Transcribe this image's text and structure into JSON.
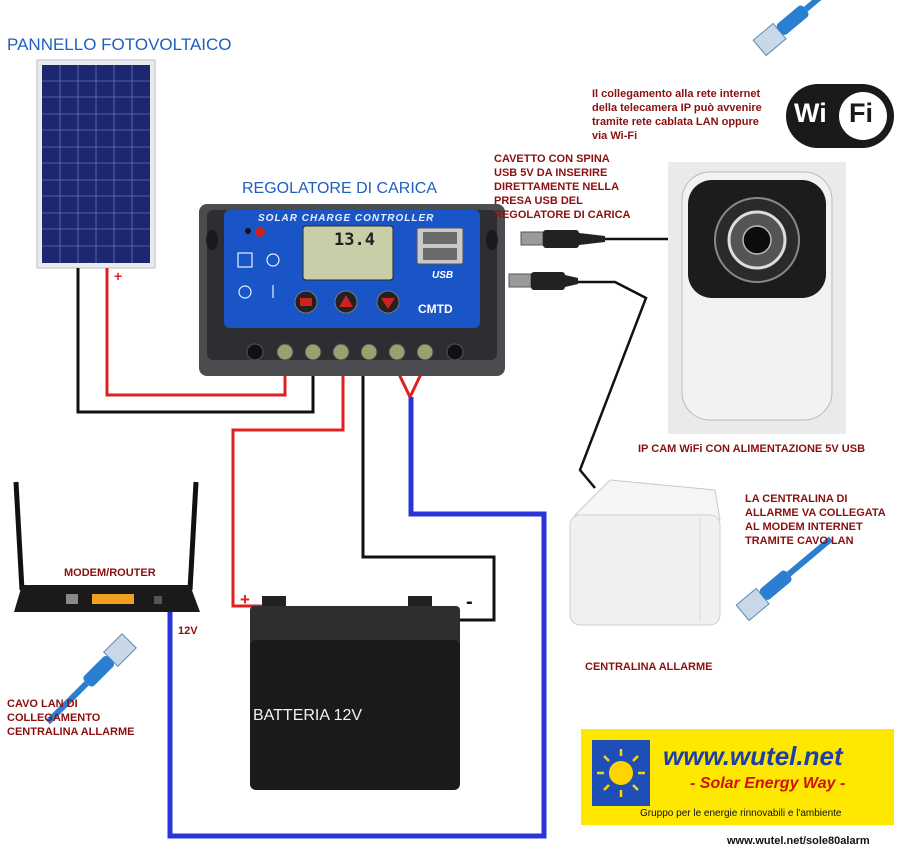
{
  "labels": {
    "panel": "PANNELLO FOTOVOLTAICO",
    "regulator": "REGOLATORE DI CARICA",
    "controller_header": "SOLAR CHARGE CONTROLLER",
    "controller_display": "13.4",
    "controller_brand": "CMTD",
    "controller_usb": "USB",
    "wifi_note": [
      "Il collegamento alla rete internet",
      "della telecamera IP può avvenire",
      "tramite rete cablata LAN oppure",
      "via Wi-Fi"
    ],
    "usb_cable_note": [
      "CAVETTO CON SPINA",
      "USB 5V DA INSERIRE",
      "DIRETTAMENTE NELLA",
      "PRESA USB DEL",
      "REGOLATORE DI CARICA"
    ],
    "ipcam": "IP CAM WiFi CON ALIMENTAZIONE 5V USB",
    "alarm_note": [
      "LA CENTRALINA DI",
      "ALLARME VA COLLEGATA",
      "AL MODEM INTERNET",
      "TRAMITE CAVO LAN"
    ],
    "alarm_unit": "CENTRALINA ALLARME",
    "modem": "MODEM/ROUTER",
    "volt_12": "12V",
    "lan_cable": [
      "CAVO LAN DI",
      "COLLEGAMENTO",
      "CENTRALINA ALLARME"
    ],
    "battery": "BATTERIA 12V",
    "plus": "+",
    "minus": "-",
    "wifi_logo": [
      "Wi",
      "Fi"
    ],
    "wutel_url": "www.wutel.net",
    "wutel_slogan": "- Solar Energy Way -",
    "wutel_tagline": "Gruppo per le energie rinnovabili e l'ambiente",
    "footer_url": "www.wutel.net/sole80alarm"
  },
  "colors": {
    "positive_wire": "#e02020",
    "negative_wire": "#111111",
    "load_wire": "#2a34d8",
    "note_text": "#8a1010",
    "title_text": "#1f5fbf",
    "controller_blue": "#1a55c8",
    "logo_yellow": "#ffe800"
  },
  "icons": [
    "solar-panel",
    "charge-controller",
    "battery",
    "router",
    "ip-camera",
    "alarm-hub",
    "lan-plug",
    "usb-plug",
    "wifi-logo",
    "sun-logo"
  ]
}
